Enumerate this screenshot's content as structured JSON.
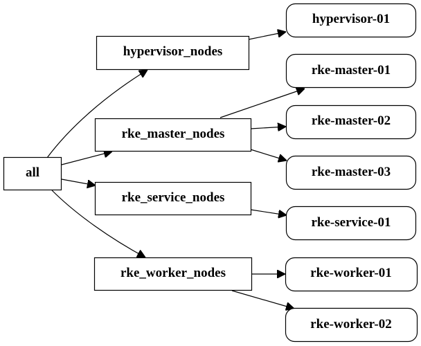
{
  "diagram": {
    "root": {
      "id": "all",
      "label": "all"
    },
    "groups": [
      {
        "id": "hypervisor_nodes",
        "label": "hypervisor_nodes"
      },
      {
        "id": "rke_master_nodes",
        "label": "rke_master_nodes"
      },
      {
        "id": "rke_service_nodes",
        "label": "rke_service_nodes"
      },
      {
        "id": "rke_worker_nodes",
        "label": "rke_worker_nodes"
      }
    ],
    "hosts": [
      {
        "id": "hypervisor-01",
        "label": "hypervisor-01"
      },
      {
        "id": "rke-master-01",
        "label": "rke-master-01"
      },
      {
        "id": "rke-master-02",
        "label": "rke-master-02"
      },
      {
        "id": "rke-master-03",
        "label": "rke-master-03"
      },
      {
        "id": "rke-service-01",
        "label": "rke-service-01"
      },
      {
        "id": "rke-worker-01",
        "label": "rke-worker-01"
      },
      {
        "id": "rke-worker-02",
        "label": "rke-worker-02"
      }
    ],
    "edges": [
      {
        "from": "all",
        "to": "hypervisor_nodes"
      },
      {
        "from": "all",
        "to": "rke_master_nodes"
      },
      {
        "from": "all",
        "to": "rke_service_nodes"
      },
      {
        "from": "all",
        "to": "rke_worker_nodes"
      },
      {
        "from": "hypervisor_nodes",
        "to": "hypervisor-01"
      },
      {
        "from": "rke_master_nodes",
        "to": "rke-master-01"
      },
      {
        "from": "rke_master_nodes",
        "to": "rke-master-02"
      },
      {
        "from": "rke_master_nodes",
        "to": "rke-master-03"
      },
      {
        "from": "rke_service_nodes",
        "to": "rke-service-01"
      },
      {
        "from": "rke_worker_nodes",
        "to": "rke-worker-01"
      },
      {
        "from": "rke_worker_nodes",
        "to": "rke-worker-02"
      }
    ]
  }
}
